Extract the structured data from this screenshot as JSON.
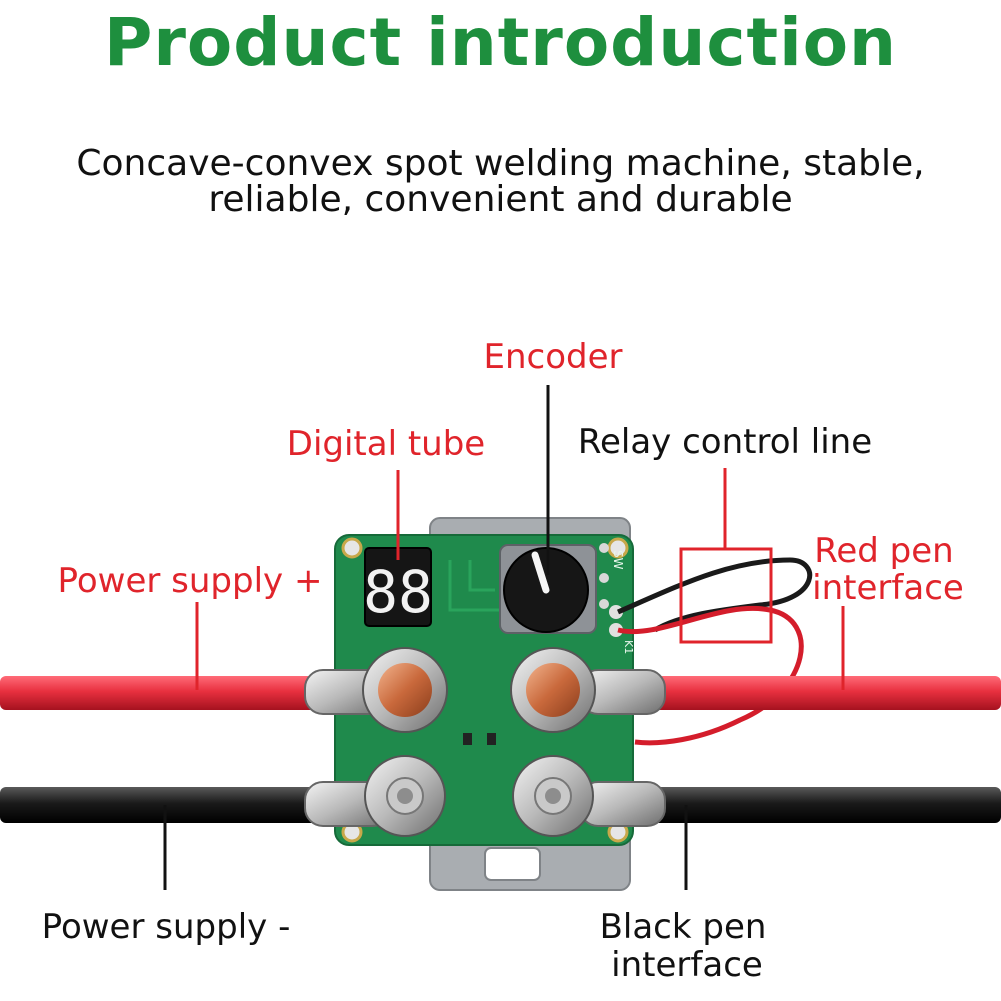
{
  "title": "Product introduction",
  "subtitle_lines": [
    "Concave-convex spot welding machine, stable,",
    "reliable, convenient and durable"
  ],
  "labels": {
    "encoder": "Encoder",
    "digital_tube": "Digital tube",
    "relay_control_line": "Relay control line",
    "power_supply_plus": "Power supply +",
    "red_pen_interface": [
      "Red pen",
      "interface"
    ],
    "power_supply_minus": "Power supply -",
    "black_pen_interface": [
      "Black pen",
      "interface"
    ]
  },
  "board_markings": {
    "display_digits": "88",
    "silk_k1": "K1",
    "silk_sw": "SW"
  },
  "colors": {
    "title_green": "#1e8f3e",
    "label_red": "#e0242b",
    "pointer_black": "#111111",
    "pcb_green": "#1f8a4c",
    "red_cable": "#e8303f",
    "black_cable": "#1a1a1a"
  }
}
